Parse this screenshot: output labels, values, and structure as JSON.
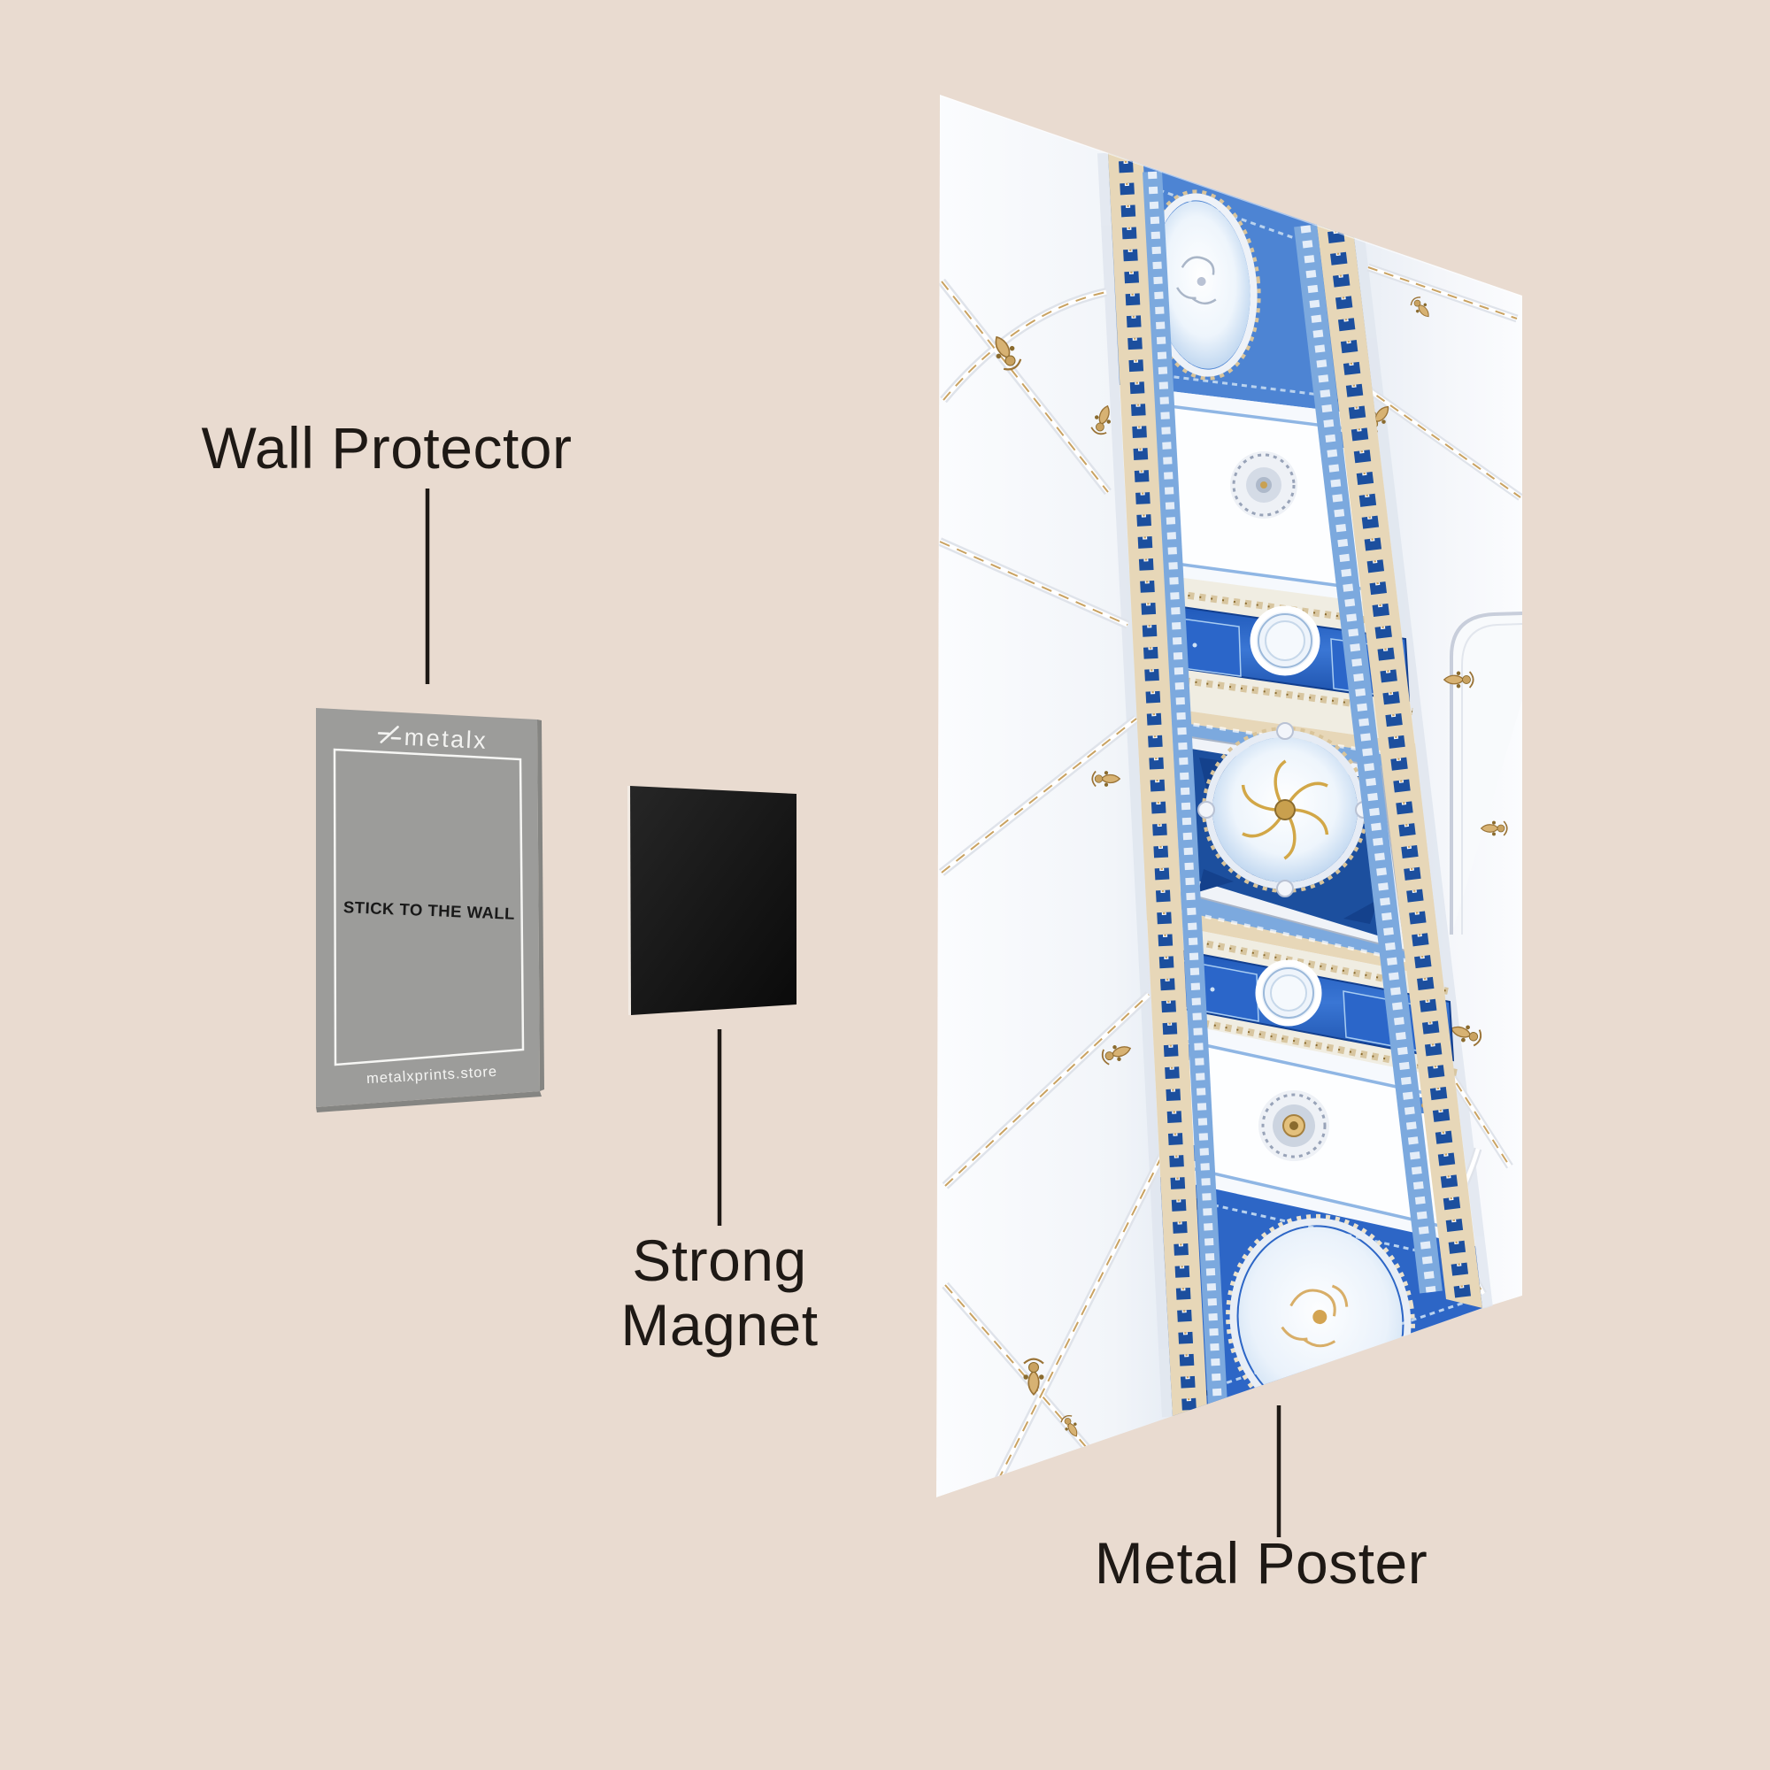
{
  "labels": {
    "wall_protector": "Wall Protector",
    "strong_magnet_line1": "Strong",
    "strong_magnet_line2": "Magnet",
    "metal_poster": "Metal Poster"
  },
  "card": {
    "brand": "metalx",
    "instruction": "STICK TO THE WALL",
    "website": "metalxprints.store"
  },
  "colors": {
    "background": "#e9dbd0",
    "text": "#1e1915",
    "connector": "#1e1915",
    "card_bg": "#9c9c9a",
    "card_edge": "#858582",
    "card_text": "#191919",
    "card_light": "#f5f5f3",
    "magnet": "#141414",
    "magnet_highlight": "#f3ece5",
    "poster_blue": "#4d84d3",
    "poster_deep_blue": "#1c4f9e",
    "poster_navy": "#123f8f",
    "poster_sky": "#7ca9de",
    "poster_pale_blue": "#c8ddf2",
    "poster_gold": "#c9a261",
    "poster_bronze": "#8a6b2e",
    "poster_beige": "#e7d7b8",
    "poster_silver": "#a9b4c6",
    "poster_white": "#f8fafd"
  }
}
